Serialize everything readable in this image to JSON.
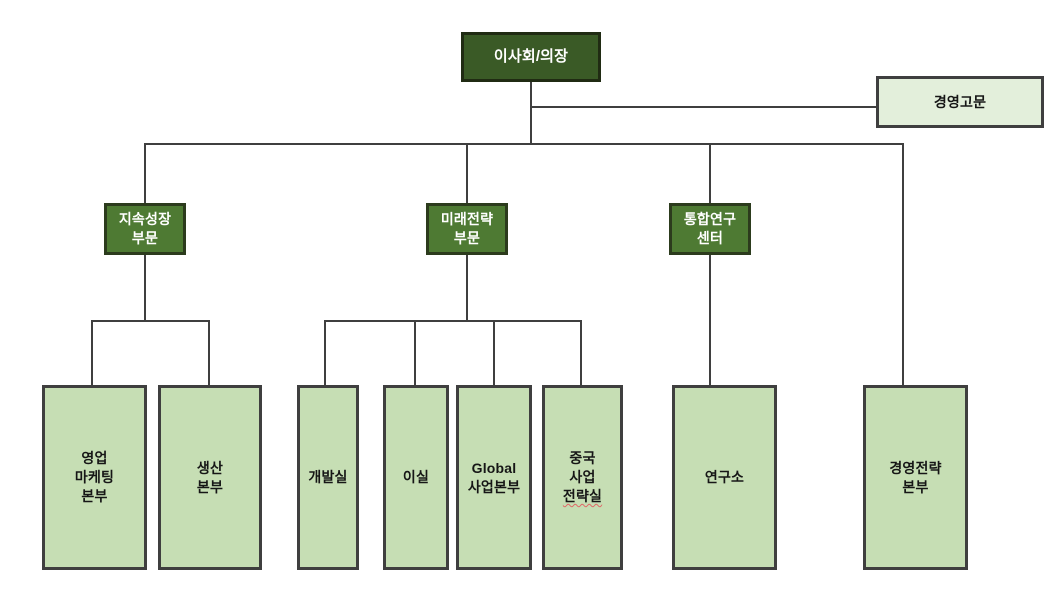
{
  "org_chart": {
    "board": "이사회/의장",
    "advisor": "경영고문",
    "divisions": {
      "sustain": "지속성장\n부문",
      "future": "미래전략\n부문",
      "research": "통합연구\n센터"
    },
    "units": {
      "sales_marketing": "영업\n마케팅\n본부",
      "production": "생산\n본부",
      "development": "개발실",
      "yi_office": "이실",
      "global_business": "Global\n사업본부",
      "china_line_top": "중국\n사업",
      "china_line_underlined": "전략실",
      "research_lab": "연구소",
      "strategy_hq": "경영전략\n본부"
    }
  },
  "colors": {
    "dark_green": "#3a5a26",
    "mid_green": "#4e7a33",
    "light_green": "#c6deb4",
    "pale_green": "#e3efdb",
    "connector": "#3f3f3f",
    "spellcheck_underline": "#e06666"
  }
}
